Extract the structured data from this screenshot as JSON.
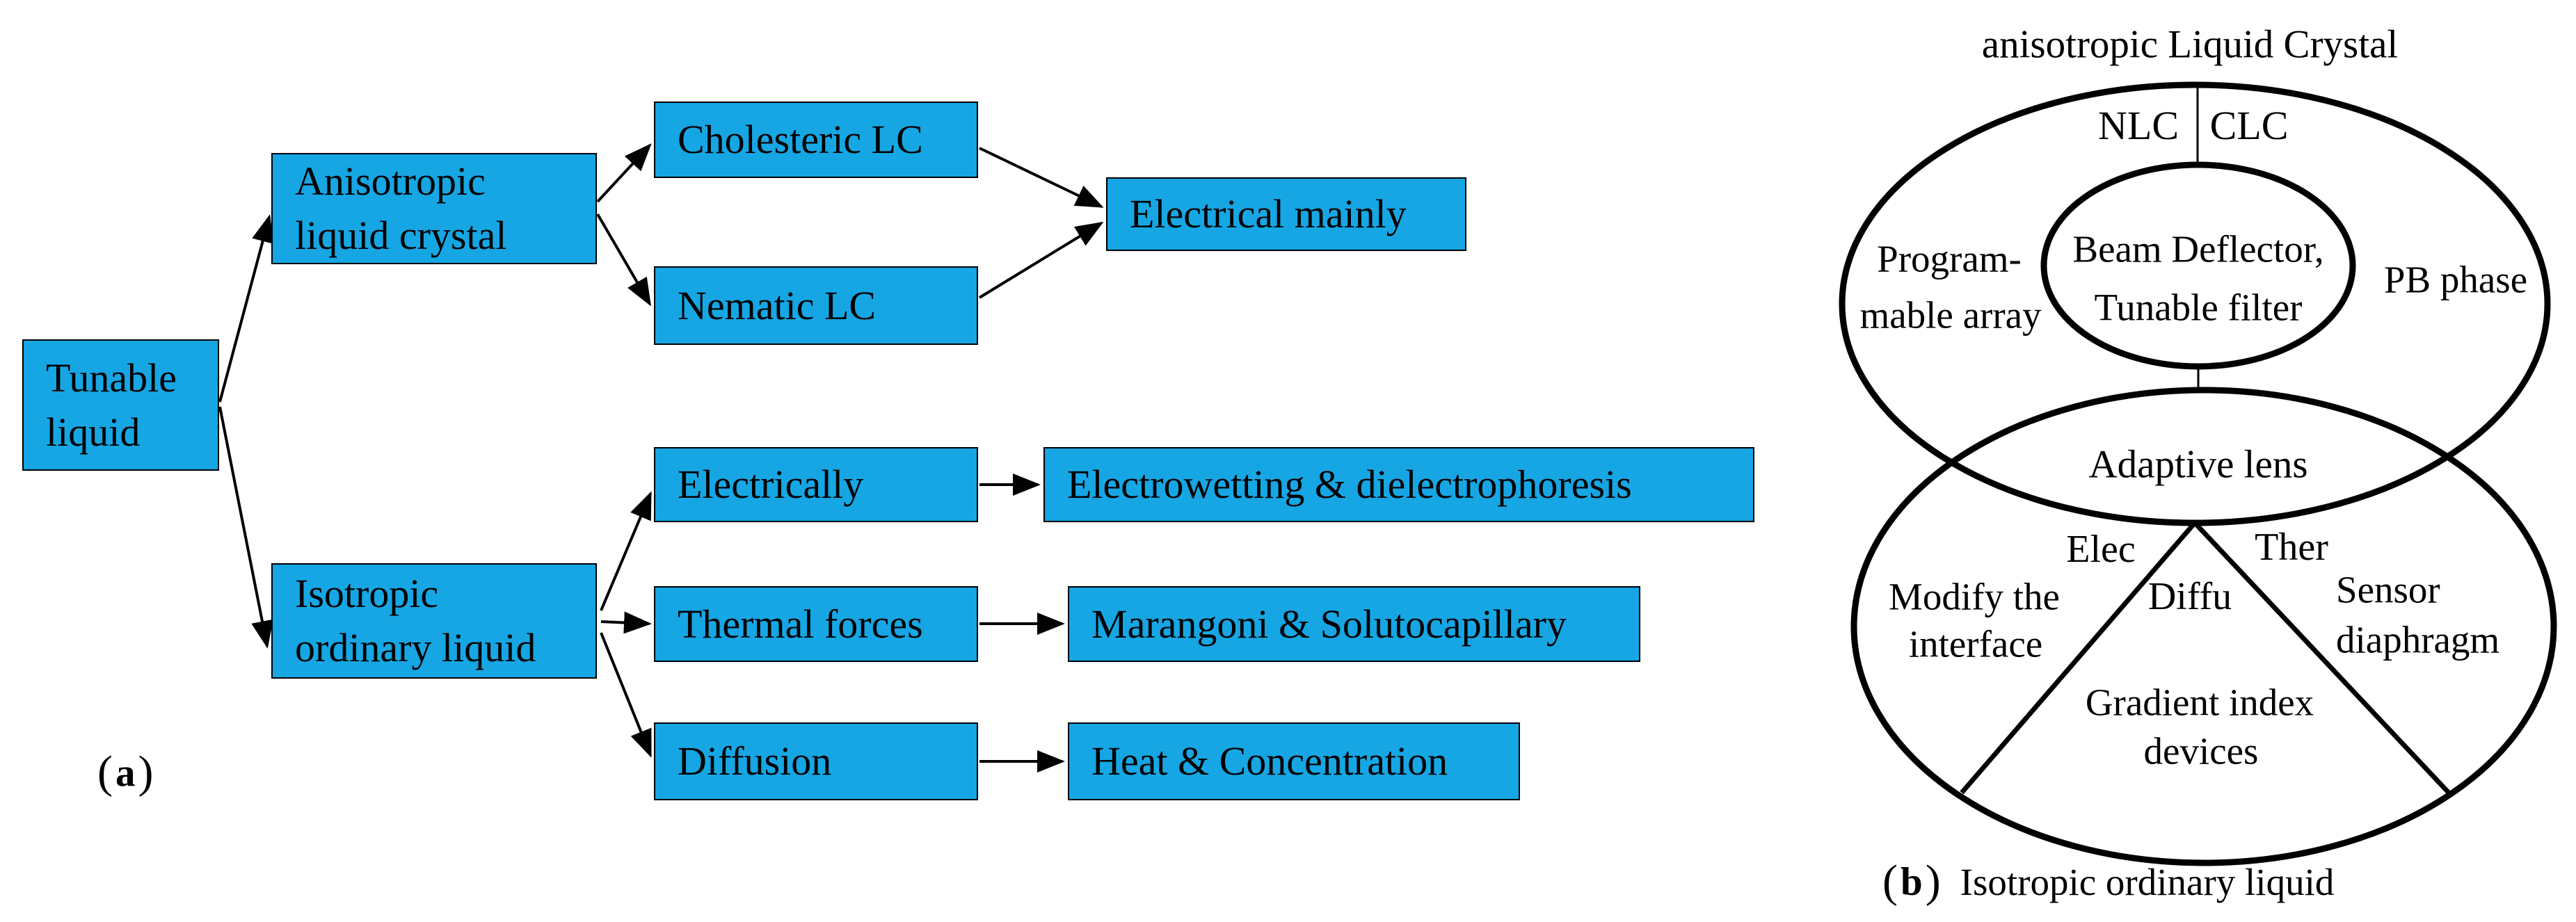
{
  "colors": {
    "box_fill": "#16a6e4",
    "box_border": "#000000",
    "line": "#000000",
    "text": "#000000",
    "background": "#ffffff"
  },
  "panel_a": {
    "caption_open": "(",
    "caption_letter": "a",
    "caption_close": ")",
    "boxes": {
      "tunable": "Tunable\nliquid",
      "anisotropic": "Anisotropic\nliquid crystal",
      "cholesteric": "Cholesteric LC",
      "nematic": "Nematic LC",
      "electrical_mainly": "Electrical mainly",
      "isotropic": "Isotropic\nordinary liquid",
      "electrically": "Electrically",
      "electrowetting": "Electrowetting & dielectrophoresis",
      "thermal": "Thermal forces",
      "marangoni": "Marangoni & Solutocapillary",
      "diffusion": "Diffusion",
      "heat": "Heat & Concentration"
    }
  },
  "panel_b": {
    "title": "anisotropic Liquid Crystal",
    "nlc": "NLC",
    "clc": "CLC",
    "beam_line1": "Beam Deflector,",
    "beam_line2": "Tunable filter",
    "program_line1": "Program-",
    "program_line2": "mable array",
    "pb_phase": "PB phase",
    "adaptive_lens": "Adaptive lens",
    "elec": "Elec",
    "ther": "Ther",
    "diffu": "Diffu",
    "modify_line1": "Modify the",
    "modify_line2": "interface",
    "sensor_line1": "Sensor",
    "sensor_line2": "diaphragm",
    "gradient_line1": "Gradient index",
    "gradient_line2": "devices",
    "caption_open": "(",
    "caption_letter": "b",
    "caption_close": ")",
    "caption_text": "Isotropic ordinary liquid"
  }
}
